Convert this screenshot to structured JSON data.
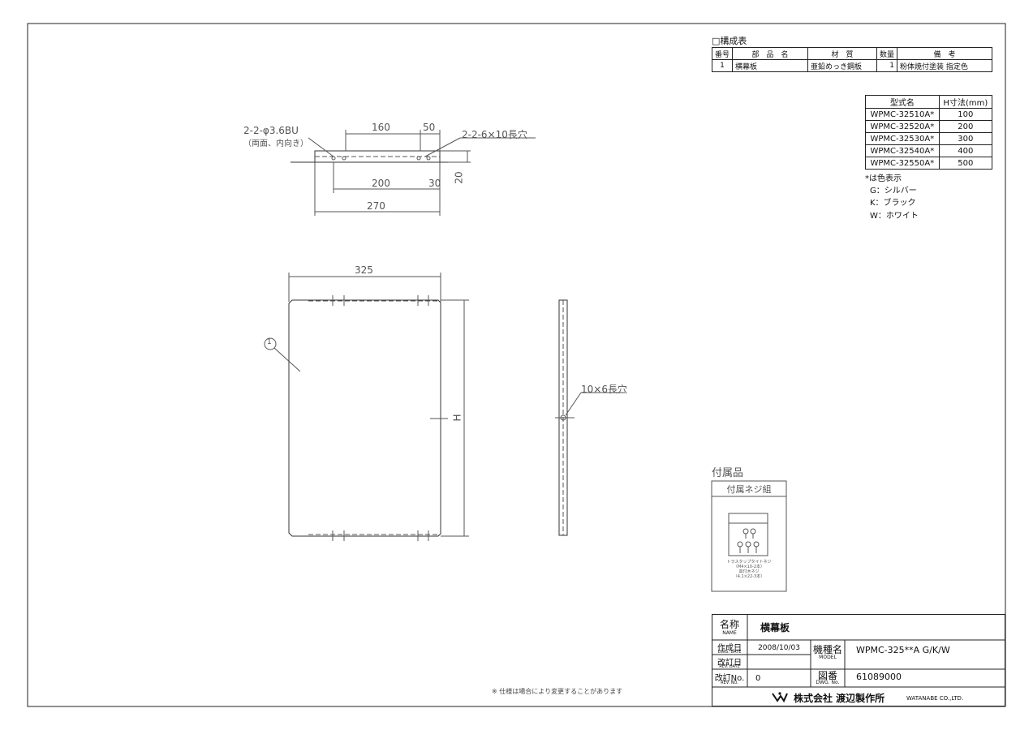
{
  "composition": {
    "title": "□構成表",
    "headers": [
      "番号",
      "部　品　名",
      "材　質",
      "数量",
      "備　考"
    ],
    "rows": [
      {
        "no": "1",
        "name": "横幕板",
        "material": "亜鉛めっき鋼板",
        "qty": "1",
        "remark": "粉体焼付塗装 指定色"
      }
    ]
  },
  "models": {
    "headers": [
      "型式名",
      "H寸法(mm)"
    ],
    "rows": [
      {
        "model": "WPMC-32510A*",
        "h": "100"
      },
      {
        "model": "WPMC-32520A*",
        "h": "200"
      },
      {
        "model": "WPMC-32530A*",
        "h": "300"
      },
      {
        "model": "WPMC-32540A*",
        "h": "400"
      },
      {
        "model": "WPMC-32550A*",
        "h": "500"
      }
    ],
    "color_note": "*は色表示",
    "colors": [
      "G：シルバー",
      "K：ブラック",
      "W：ホワイト"
    ]
  },
  "top_view": {
    "hole_note_1": "2-2-φ3.6BU",
    "hole_note_1b": "（両面、内向き）",
    "hole_note_2": "2-2-6×10長穴",
    "dims": {
      "d160": "160",
      "d50": "50",
      "d200": "200",
      "d30": "30",
      "d20": "20",
      "d270": "270"
    }
  },
  "front_view": {
    "width": "325",
    "height_label": "H",
    "balloon": "1"
  },
  "side_view": {
    "slot_note": "10×6長穴"
  },
  "accessories": {
    "title": "付属品",
    "box_title": "付属ネジ組",
    "screw1": "トラスタップタイトネジ",
    "screw1_spec": "（M4×10-2本）",
    "screw2": "皿付木ネジ",
    "screw2_spec": "（4.1×22-3本）"
  },
  "title_block": {
    "name_label": "名称",
    "name_label_en": "NAME",
    "name_value": "横幕板",
    "date_label": "作成日",
    "date_label_en": "DWG. DATE",
    "date_value": "2008/10/03",
    "revdate_label": "改訂日",
    "revdate_label_en": "REV. DATE",
    "revdate_value": "",
    "revno_label": "改訂No.",
    "revno_label_en": "REV. NO.",
    "revno_value": "0",
    "model_label": "機種名",
    "model_label_en": "MODEL",
    "model_value": "WPMC-325**A G/K/W",
    "dwg_label": "図番",
    "dwg_label_en": "DWG. No.",
    "dwg_value": "61089000",
    "company": "株式会社 渡辺製作所",
    "company_en": "WATANABE CO.,LTD."
  },
  "footer_note": "※ 仕様は場合により変更することがあります"
}
